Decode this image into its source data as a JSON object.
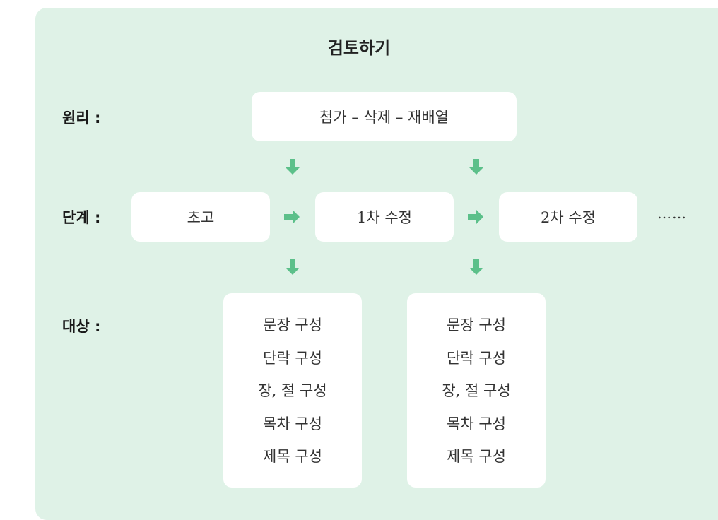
{
  "title": "검토하기",
  "labels": {
    "principle": "원리 :",
    "stage": "단계 :",
    "target": "대상 :"
  },
  "principle_box": "첨가 – 삭제 – 재배열",
  "stages": [
    "초고",
    "1차 수정",
    "2차 수정"
  ],
  "ellipsis": "……",
  "targets": [
    [
      "문장 구성",
      "단락 구성",
      "장, 절 구성",
      "목차 구성",
      "제목 구성"
    ],
    [
      "문장 구성",
      "단락 구성",
      "장, 절 구성",
      "목차 구성",
      "제목 구성"
    ]
  ],
  "colors": {
    "panel": "#dff2e7",
    "arrow": "#5cc08a",
    "box": "#ffffff"
  }
}
